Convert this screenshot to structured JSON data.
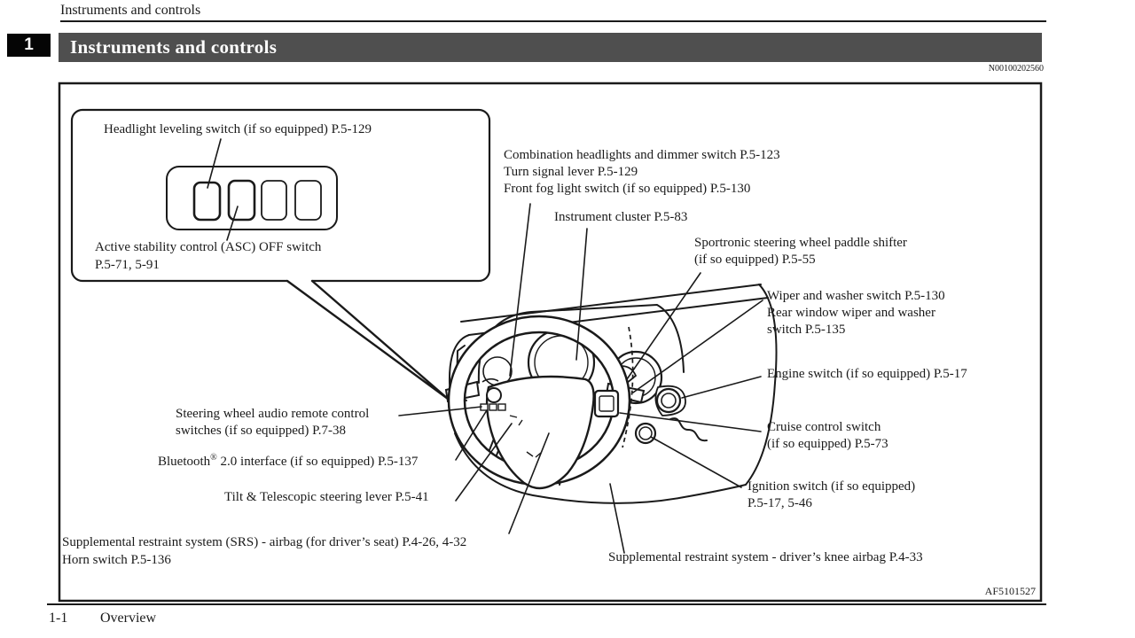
{
  "colors": {
    "banner_bg": "#4f4f4f",
    "chapter_tab_bg": "#050505",
    "ink": "#1a1a1a",
    "paper": "#ffffff"
  },
  "header": {
    "running_title": "Instruments and controls",
    "doc_code": "N00100202560"
  },
  "chapter": {
    "number": "1",
    "title": "Instruments and controls"
  },
  "figure": {
    "code": "AF5101527",
    "callout": {
      "headlight": "Headlight leveling switch (if so equipped) P.5-129",
      "asc": [
        "Active stability control (ASC) OFF switch",
        "P.5-71, 5-91"
      ]
    },
    "labels": {
      "combination": [
        "Combination headlights and dimmer switch P.5-123",
        "Turn signal lever P.5-129",
        "Front fog light switch (if so equipped) P.5-130"
      ],
      "instrument_cluster": [
        "Instrument cluster P.5-83"
      ],
      "paddle_shifter": [
        "Sportronic steering wheel paddle shifter",
        "(if so equipped) P.5-55"
      ],
      "wiper": [
        "Wiper and washer switch P.5-130",
        "Rear window wiper and washer",
        "switch P.5-135"
      ],
      "engine_switch": [
        "Engine switch (if so equipped) P.5-17"
      ],
      "cruise": [
        "Cruise control switch",
        "(if so equipped) P.5-73"
      ],
      "ignition": [
        "Ignition switch (if so equipped)",
        "P.5-17, 5-46"
      ],
      "audio_remote": [
        "Steering wheel audio remote control",
        "switches (if so equipped) P.7-38"
      ],
      "bluetooth": {
        "prefix": "Bluetooth",
        "sup": "®",
        "rest": " 2.0 interface (if so equipped) P.5-137"
      },
      "tilt": [
        "Tilt & Telescopic steering lever P.5-41"
      ],
      "srs_airbag": [
        "Supplemental restraint system (SRS) - airbag (for driver’s seat) P.4-26, 4-32",
        "Horn switch P.5-136"
      ],
      "knee_airbag": [
        "Supplemental restraint system - driver’s knee airbag P.4-33"
      ]
    }
  },
  "footer": {
    "page_number": "1-1",
    "section_title": "Overview"
  }
}
